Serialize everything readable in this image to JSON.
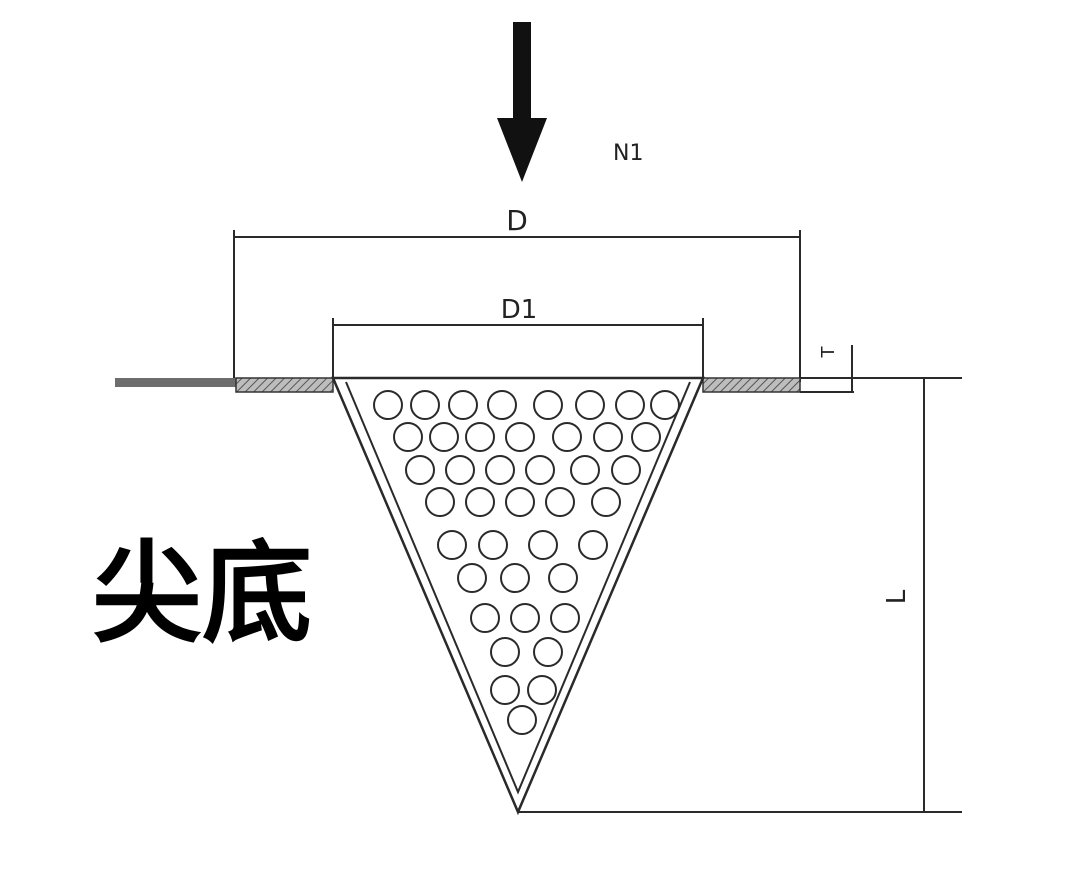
{
  "labels": {
    "flow": "N1",
    "outer_diameter": "D",
    "inner_diameter": "D1",
    "thickness": "T",
    "length": "L",
    "title": "尖底"
  },
  "colors": {
    "line": "#1f1f1f",
    "arrow": "#111111",
    "hatch": "#777777"
  },
  "icons": {
    "flow_arrow": "down-arrow-icon"
  }
}
